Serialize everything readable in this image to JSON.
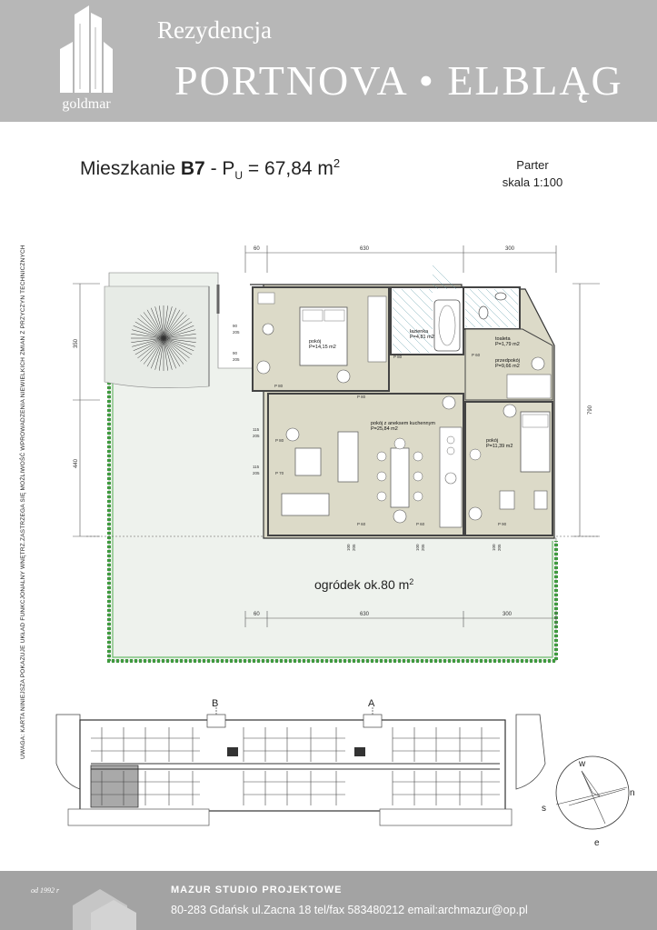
{
  "header": {
    "brand": "goldmar",
    "subtitle": "Rezydencja",
    "title": "PORTNOVA • ELBLĄG"
  },
  "flat": {
    "label_prefix": "Mieszkanie",
    "code": "B7",
    "area_prefix": " - P",
    "area_sub": "U",
    "area_value": " = 67,84 m",
    "area_unit_sup": "2"
  },
  "floor": {
    "name": "Parter",
    "scale": "skala 1:100"
  },
  "side_note": "UWAGA: KARTA NINIEJSZA POKAZUJE UKŁAD FUNKCJONALNY WNĘTRZ.ZASTRZEGA SIĘ MOŻLIWOŚĆ WPROWADZENIA NIEWIELKICH ZMIAN Z PRZYCZYN TECHNICZNYCH",
  "rooms": {
    "bedroom1": {
      "name": "pokój",
      "area": "P=14,15 m2"
    },
    "bathroom": {
      "name": "łazienka",
      "area": "P=4,81 m2"
    },
    "toilet": {
      "name": "toaleta",
      "area": "P=1,79 m2"
    },
    "hall": {
      "name": "przedpokój",
      "area": "P=9,66 m2"
    },
    "living": {
      "name": "pokój z aneksem kuchennym",
      "area": "P=25,84 m2"
    },
    "bedroom2": {
      "name": "pokój",
      "area": "P=11,39 m2"
    }
  },
  "garden": {
    "label": "ogródek ok.80 m",
    "sup": "2"
  },
  "dimensions": {
    "top": [
      "60",
      "630",
      "300"
    ],
    "bottom": [
      "60",
      "630",
      "300"
    ],
    "left": [
      "350",
      "440"
    ],
    "right": "790",
    "window_a": [
      "90",
      "205"
    ],
    "window_b": [
      "90",
      "205"
    ],
    "window_c": [
      "115",
      "205"
    ],
    "window_d": [
      "115",
      "205"
    ],
    "window_e": [
      "100",
      "205"
    ],
    "window_f": [
      "100",
      "205"
    ],
    "window_g": [
      "100",
      "205"
    ],
    "door_labels": [
      "P 80",
      "P 80",
      "P 80",
      "P 60",
      "P 80",
      "P 70",
      "P 60",
      "P 60",
      "P 90"
    ]
  },
  "key_plan": {
    "section_b": "B",
    "section_a": "A"
  },
  "compass": {
    "w": "w",
    "n": "n",
    "s": "s",
    "e": "e"
  },
  "footer": {
    "since": "od 1992 r",
    "studio": "MAZUR STUDIO PROJEKTOWE",
    "address": "80-283 Gdańsk ul.Zacna 18  tel/fax 583480212  email:archmazur@op.pl"
  },
  "colors": {
    "header_bg": "#b7b7b7",
    "footer_bg": "#a3a3a3",
    "room_fill": "#dcdac8",
    "garden_fill": "#eef2ed",
    "hedge": "#3f9a3f",
    "tile": "#a8d4da"
  }
}
